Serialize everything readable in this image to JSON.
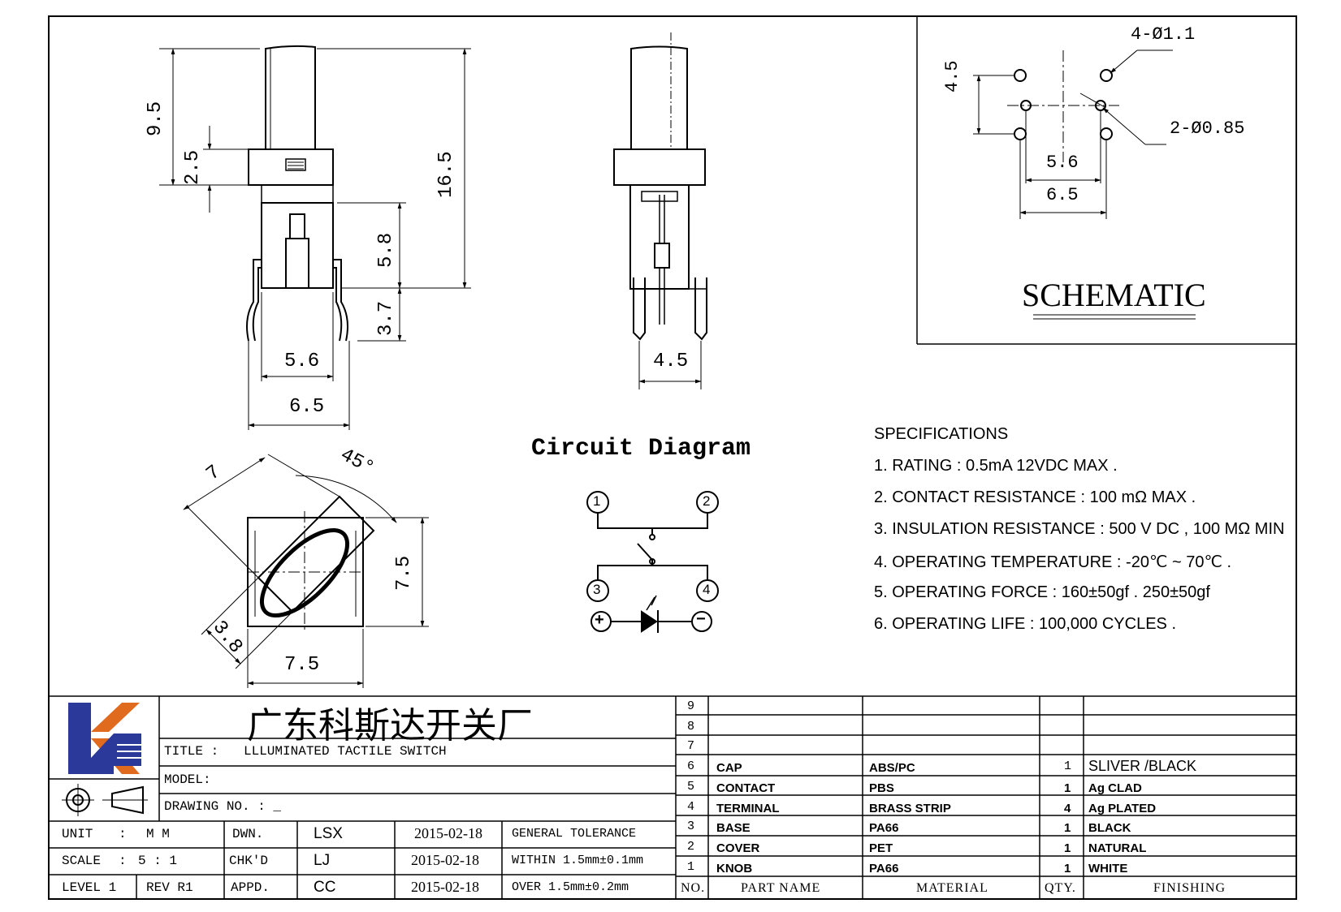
{
  "schematic": {
    "title": "SCHEMATIC",
    "dims": {
      "holes_a": "4-Ø1.1",
      "holes_b": "2-Ø0.85",
      "height": "4.5",
      "inner_w": "5.6",
      "outer_w": "6.5"
    }
  },
  "front_view": {
    "dims": {
      "d1": "9.5",
      "d2": "2.5",
      "d3": "16.5",
      "d4": "5.8",
      "d5": "3.7",
      "d6": "5.6",
      "d7": "6.5"
    }
  },
  "side_view": {
    "dims": {
      "d1": "4.5"
    }
  },
  "top_view": {
    "dims": {
      "side": "7",
      "angle": "45°",
      "height": "7.5",
      "width": "7.5",
      "diag": "3.8"
    }
  },
  "circuit": {
    "title": "Circuit Diagram",
    "pins": [
      "1",
      "2",
      "3",
      "4"
    ],
    "plus": "+",
    "minus": "−"
  },
  "specs": {
    "title": "SPECIFICATIONS",
    "items": [
      "1. RATING : 0.5mA 12VDC MAX .",
      "2. CONTACT RESISTANCE : 100 mΩ MAX .",
      "3. INSULATION RESISTANCE : 500 V DC , 100 MΩ MIN",
      "4. OPERATING TEMPERATURE : -20℃ ~ 70℃ .",
      "5. OPERATING FORCE : 160±50gf . 250±50gf",
      "6. OPERATING LIFE : 100,000 CYCLES ."
    ]
  },
  "titleblock": {
    "company": "广东科斯达开关厂",
    "title_label": "TITLE :",
    "title_value": "LLLUMINATED TACTILE SWITCH",
    "model_label": "MODEL:",
    "drawing_no_label": "DRAWING NO. : _",
    "unit_label": "UNIT",
    "unit_sep": ":",
    "unit_value": "M M",
    "scale_label": "SCALE",
    "scale_sep": ":",
    "scale_value": "5 : 1",
    "level": "LEVEL 1",
    "rev": "REV  R1",
    "dwn": "DWN.",
    "chkd": "CHK'D",
    "appd": "APPD.",
    "dwn_name": "LSX",
    "chkd_name": "LJ",
    "appd_name": "CC",
    "dwn_date": "2015-02-18",
    "chkd_date": "2015-02-18",
    "appd_date": "2015-02-18",
    "tol_title": "GENERAL TOLERANCE",
    "tol_within": "WITHIN 1.5mm±0.1mm",
    "tol_over": "OVER   1.5mm±0.2mm"
  },
  "bom": {
    "headers": [
      "NO.",
      "PART  NAME",
      "MATERIAL",
      "QTY.",
      "FINISHING"
    ],
    "rows": [
      {
        "no": "9",
        "part": "",
        "material": "",
        "qty": "",
        "finishing": ""
      },
      {
        "no": "8",
        "part": "",
        "material": "",
        "qty": "",
        "finishing": ""
      },
      {
        "no": "7",
        "part": "",
        "material": "",
        "qty": "",
        "finishing": ""
      },
      {
        "no": "6",
        "part": "CAP",
        "material": "ABS/PC",
        "qty": "1",
        "finishing": "SLIVER /BLACK"
      },
      {
        "no": "5",
        "part": "CONTACT",
        "material": "PBS",
        "qty": "1",
        "finishing": "Ag CLAD"
      },
      {
        "no": "4",
        "part": "TERMINAL",
        "material": "BRASS STRIP",
        "qty": "4",
        "finishing": "Ag PLATED"
      },
      {
        "no": "3",
        "part": "BASE",
        "material": "PA66",
        "qty": "1",
        "finishing": "BLACK"
      },
      {
        "no": "2",
        "part": "COVER",
        "material": "PET",
        "qty": "1",
        "finishing": "NATURAL"
      },
      {
        "no": "1",
        "part": "KNOB",
        "material": "PA66",
        "qty": "1",
        "finishing": "WHITE"
      }
    ]
  },
  "colors": {
    "logo_blue": "#2b3a9a",
    "logo_orange": "#e06a1e",
    "line": "#000000"
  }
}
